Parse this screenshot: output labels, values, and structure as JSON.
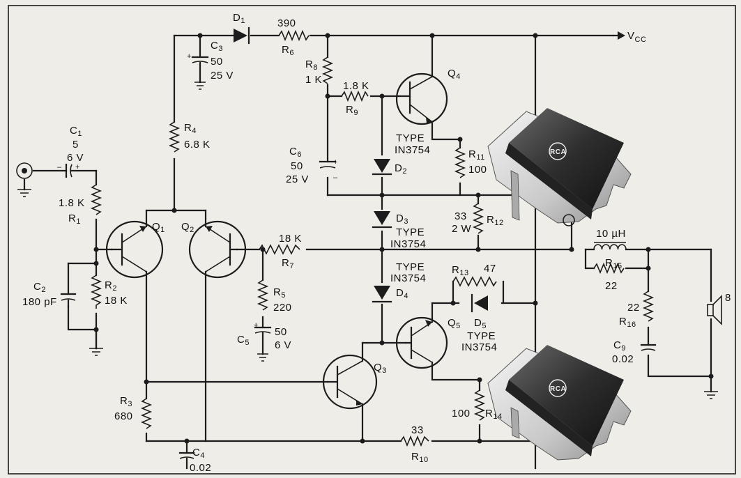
{
  "supply": {
    "label": "V",
    "sub": "CC"
  },
  "speaker": {
    "ohms": "8"
  },
  "diodes": {
    "d1": {
      "name": "D",
      "sub": "1"
    },
    "d2": {
      "name": "D",
      "sub": "2",
      "type": "TYPE",
      "part": "IN3754"
    },
    "d3": {
      "name": "D",
      "sub": "3",
      "type": "TYPE",
      "part": "IN3754"
    },
    "d4": {
      "name": "D",
      "sub": "4",
      "type": "TYPE",
      "part": "IN3754"
    },
    "d5": {
      "name": "D",
      "sub": "5",
      "type": "TYPE",
      "part": "IN3754"
    }
  },
  "resistors": {
    "r1": {
      "name": "R",
      "sub": "1",
      "value": "1.8 K"
    },
    "r2": {
      "name": "R",
      "sub": "2",
      "value": "18 K"
    },
    "r3": {
      "name": "R",
      "sub": "3",
      "value": "680"
    },
    "r4": {
      "name": "R",
      "sub": "4",
      "value": "6.8 K"
    },
    "r5": {
      "name": "R",
      "sub": "5",
      "value": "220"
    },
    "r6": {
      "name": "R",
      "sub": "6",
      "value": "390"
    },
    "r7": {
      "name": "R",
      "sub": "7",
      "value": "18 K"
    },
    "r8": {
      "name": "R",
      "sub": "8",
      "value": "1 K"
    },
    "r9": {
      "name": "R",
      "sub": "9",
      "value": "1.8 K"
    },
    "r10": {
      "name": "R",
      "sub": "10",
      "value": "33"
    },
    "r11": {
      "name": "R",
      "sub": "11",
      "value": "100"
    },
    "r12": {
      "name": "R",
      "sub": "12",
      "value": "33",
      "value2": "2 W"
    },
    "r13": {
      "name": "R",
      "sub": "13",
      "value": "47"
    },
    "r14": {
      "name": "R",
      "sub": "14",
      "value": "100"
    },
    "r15": {
      "name": "R",
      "sub": "15",
      "value": "22"
    },
    "r16": {
      "name": "R",
      "sub": "16",
      "value": "22"
    }
  },
  "capacitors": {
    "c1": {
      "name": "C",
      "sub": "1",
      "value": "5",
      "voltage": "6 V"
    },
    "c2": {
      "name": "C",
      "sub": "2",
      "value": "180 pF"
    },
    "c3": {
      "name": "C",
      "sub": "3",
      "value": "50",
      "voltage": "25 V"
    },
    "c4": {
      "name": "C",
      "sub": "4",
      "value": "0.02"
    },
    "c5": {
      "name": "C",
      "sub": "5",
      "value": "50",
      "voltage": "6 V"
    },
    "c6": {
      "name": "C",
      "sub": "6",
      "value": "50",
      "voltage": "25 V"
    },
    "c9": {
      "name": "C",
      "sub": "9",
      "value": "0.02"
    }
  },
  "inductor": {
    "value": "10 µH"
  },
  "transistors": {
    "q1": {
      "name": "Q",
      "sub": "1"
    },
    "q2": {
      "name": "Q",
      "sub": "2"
    },
    "q3": {
      "name": "Q",
      "sub": "3"
    },
    "q4": {
      "name": "Q",
      "sub": "4"
    },
    "q5": {
      "name": "Q",
      "sub": "5"
    }
  },
  "packages": {
    "logo": "RCA"
  }
}
